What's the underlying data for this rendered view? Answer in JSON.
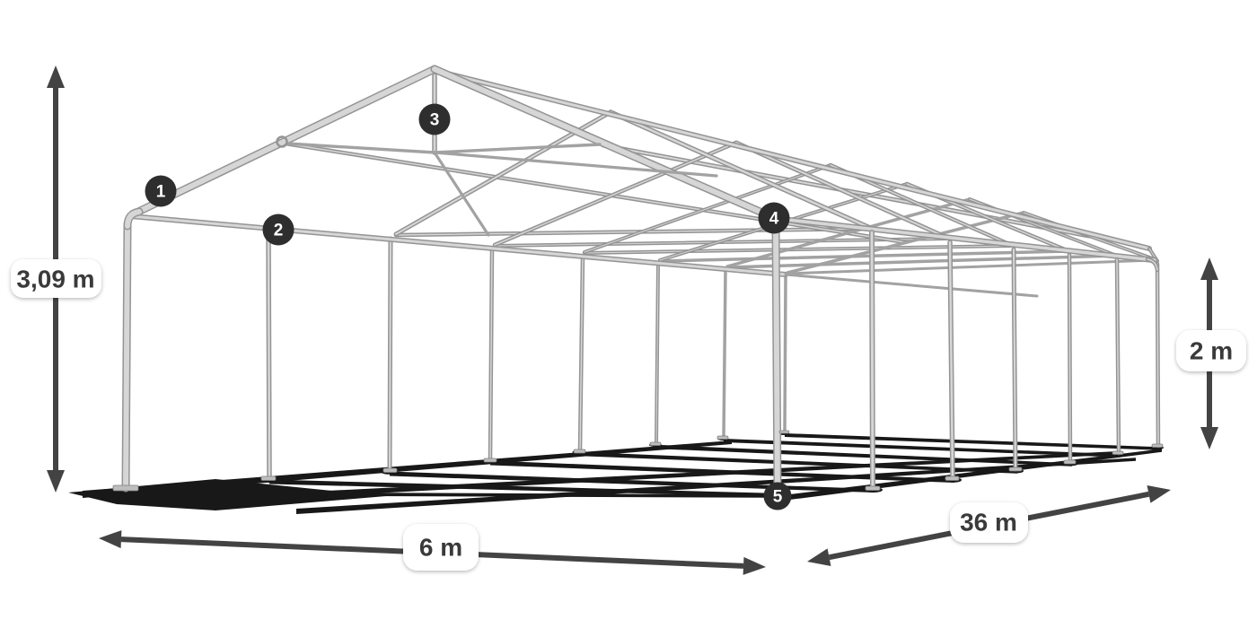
{
  "diagram": {
    "subject": "party-tent-frame",
    "dimensions": {
      "total_height": {
        "label": "3,09 m"
      },
      "side_height": {
        "label": "2 m"
      },
      "width": {
        "label": "6 m"
      },
      "length": {
        "label": "36 m"
      }
    },
    "markers": [
      {
        "id": "1"
      },
      {
        "id": "2"
      },
      {
        "id": "3"
      },
      {
        "id": "4"
      },
      {
        "id": "5"
      }
    ],
    "colors": {
      "background": "#ffffff",
      "tube_edge": "#949494",
      "tube_core": "#d6d6d6",
      "tube_far": "#a2a2a2",
      "shadow": "#000000",
      "arrow": "#434343",
      "label_text": "#3a3a3a",
      "marker_bg": "#2e2e2e",
      "marker_text": "#ffffff"
    }
  }
}
